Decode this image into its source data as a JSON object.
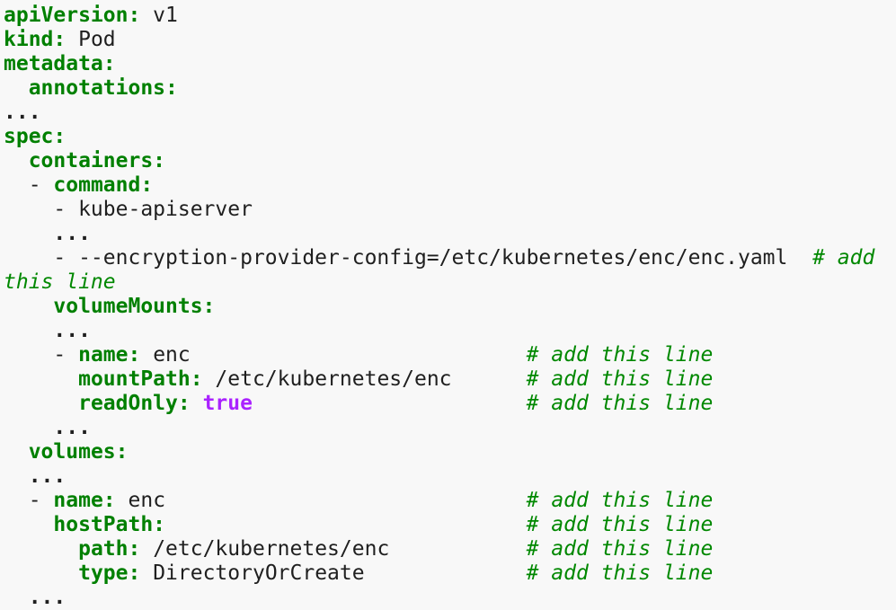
{
  "code_block": {
    "language": "yaml",
    "colors": {
      "background": "#f8f8f8",
      "key": "#008000",
      "comment": "#008800",
      "boolean": "#AA22FF",
      "text": "#1f1f1f",
      "ellipsis": "#1f1f1f"
    },
    "lines": [
      {
        "tokens": [
          {
            "t": "key",
            "v": "apiVersion:"
          },
          {
            "t": "text",
            "v": " v1"
          }
        ]
      },
      {
        "tokens": [
          {
            "t": "key",
            "v": "kind:"
          },
          {
            "t": "text",
            "v": " Pod"
          }
        ]
      },
      {
        "tokens": [
          {
            "t": "key",
            "v": "metadata:"
          }
        ]
      },
      {
        "tokens": [
          {
            "t": "text",
            "v": "  "
          },
          {
            "t": "key",
            "v": "annotations:"
          }
        ]
      },
      {
        "tokens": [
          {
            "t": "ellipsis",
            "v": "..."
          }
        ]
      },
      {
        "tokens": [
          {
            "t": "key",
            "v": "spec:"
          }
        ]
      },
      {
        "tokens": [
          {
            "t": "text",
            "v": "  "
          },
          {
            "t": "key",
            "v": "containers:"
          }
        ]
      },
      {
        "tokens": [
          {
            "t": "text",
            "v": "  - "
          },
          {
            "t": "key",
            "v": "command:"
          }
        ]
      },
      {
        "tokens": [
          {
            "t": "text",
            "v": "    - kube-apiserver"
          }
        ]
      },
      {
        "tokens": [
          {
            "t": "text",
            "v": "    "
          },
          {
            "t": "ellipsis",
            "v": "..."
          }
        ]
      },
      {
        "tokens": [
          {
            "t": "text",
            "v": "    - --encryption-provider-config=/etc/kubernetes/enc/enc.yaml  "
          },
          {
            "t": "comment",
            "v": "# add"
          }
        ]
      },
      {
        "tokens": [
          {
            "t": "comment",
            "v": "this line"
          }
        ]
      },
      {
        "tokens": [
          {
            "t": "text",
            "v": "    "
          },
          {
            "t": "key",
            "v": "volumeMounts:"
          }
        ]
      },
      {
        "tokens": [
          {
            "t": "text",
            "v": "    "
          },
          {
            "t": "ellipsis",
            "v": "..."
          }
        ]
      },
      {
        "tokens": [
          {
            "t": "text",
            "v": "    - "
          },
          {
            "t": "key",
            "v": "name:"
          },
          {
            "t": "text",
            "v": " enc                           "
          },
          {
            "t": "comment",
            "v": "# add this line"
          }
        ]
      },
      {
        "tokens": [
          {
            "t": "text",
            "v": "      "
          },
          {
            "t": "key",
            "v": "mountPath:"
          },
          {
            "t": "text",
            "v": " /etc/kubernetes/enc      "
          },
          {
            "t": "comment",
            "v": "# add this line"
          }
        ]
      },
      {
        "tokens": [
          {
            "t": "text",
            "v": "      "
          },
          {
            "t": "key",
            "v": "readOnly:"
          },
          {
            "t": "text",
            "v": " "
          },
          {
            "t": "bool",
            "v": "true"
          },
          {
            "t": "text",
            "v": "                      "
          },
          {
            "t": "comment",
            "v": "# add this line"
          }
        ]
      },
      {
        "tokens": [
          {
            "t": "text",
            "v": "    "
          },
          {
            "t": "ellipsis",
            "v": "..."
          }
        ]
      },
      {
        "tokens": [
          {
            "t": "text",
            "v": "  "
          },
          {
            "t": "key",
            "v": "volumes:"
          }
        ]
      },
      {
        "tokens": [
          {
            "t": "text",
            "v": "  "
          },
          {
            "t": "ellipsis",
            "v": "..."
          }
        ]
      },
      {
        "tokens": [
          {
            "t": "text",
            "v": "  - "
          },
          {
            "t": "key",
            "v": "name:"
          },
          {
            "t": "text",
            "v": " enc                             "
          },
          {
            "t": "comment",
            "v": "# add this line"
          }
        ]
      },
      {
        "tokens": [
          {
            "t": "text",
            "v": "    "
          },
          {
            "t": "key",
            "v": "hostPath:"
          },
          {
            "t": "text",
            "v": "                             "
          },
          {
            "t": "comment",
            "v": "# add this line"
          }
        ]
      },
      {
        "tokens": [
          {
            "t": "text",
            "v": "      "
          },
          {
            "t": "key",
            "v": "path:"
          },
          {
            "t": "text",
            "v": " /etc/kubernetes/enc           "
          },
          {
            "t": "comment",
            "v": "# add this line"
          }
        ]
      },
      {
        "tokens": [
          {
            "t": "text",
            "v": "      "
          },
          {
            "t": "key",
            "v": "type:"
          },
          {
            "t": "text",
            "v": " DirectoryOrCreate             "
          },
          {
            "t": "comment",
            "v": "# add this line"
          }
        ]
      },
      {
        "tokens": [
          {
            "t": "text",
            "v": "  "
          },
          {
            "t": "ellipsis",
            "v": "..."
          }
        ]
      }
    ]
  }
}
